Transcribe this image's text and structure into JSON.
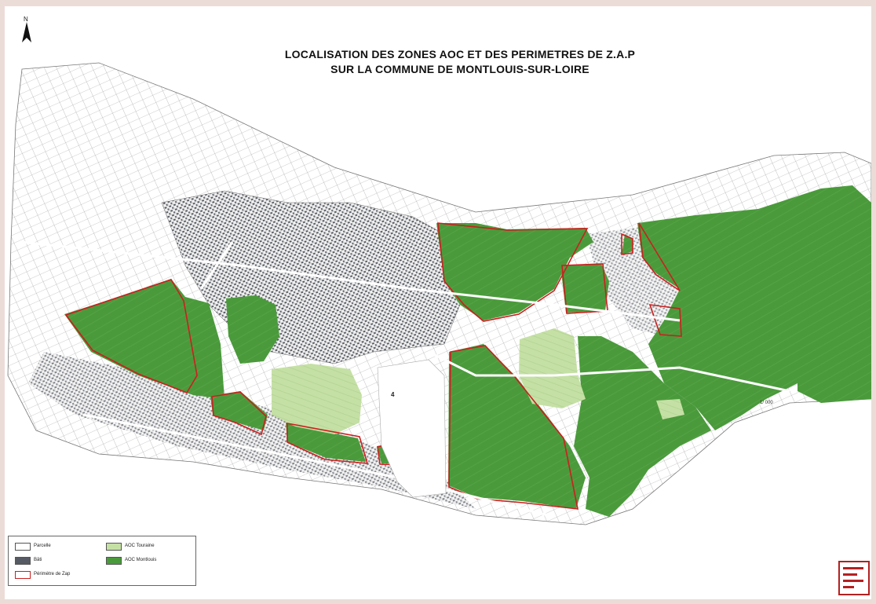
{
  "title": {
    "line1": "LOCALISATION DES ZONES AOC ET DES PERIMETRES DE Z.A.P",
    "line2": "SUR LA COMMUNE DE MONTLOUIS-SUR-LOIRE"
  },
  "north_arrow": {
    "label": "N"
  },
  "colors": {
    "aoc_montlouis": "#4a9a3b",
    "aoc_touraine": "#c5e0a5",
    "zap_boundary": "#cc1f1f",
    "bati": "#555a63",
    "parcel_line": "#9a9a9a"
  },
  "legend": {
    "items": [
      {
        "label": "Parcelle",
        "swatch": "parcel"
      },
      {
        "label": "Bâti",
        "swatch": "bati"
      },
      {
        "label": "Périmètre de Zap",
        "swatch": "zap"
      },
      {
        "label": "AOC Touraine",
        "swatch": "aoc_touraine"
      },
      {
        "label": "AOC Montlouis",
        "swatch": "aoc_montlouis"
      }
    ]
  },
  "map_labels": {
    "scale_note": "1/ 000",
    "zap_number": "4"
  }
}
